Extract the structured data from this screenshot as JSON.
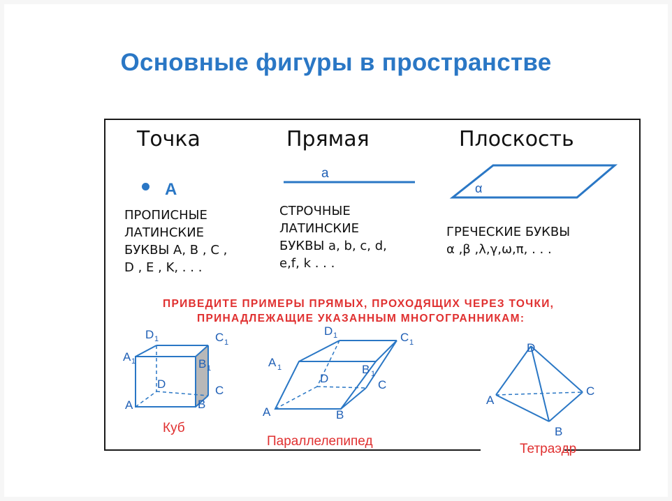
{
  "title": "Основные фигуры в пространстве",
  "columns": {
    "point": {
      "heading": "Точка",
      "label": "A",
      "desc": [
        "ПРОПИСНЫЕ",
        "ЛАТИНСКИЕ",
        "БУКВЫ A, B , C ,",
        "D , E , K, . . ."
      ]
    },
    "line": {
      "heading": "Прямая",
      "label": "a",
      "desc": [
        "СТРОЧНЫЕ",
        "ЛАТИНСКИЕ",
        "БУКВЫ a, b, c, d,",
        "e,f, k . . ."
      ]
    },
    "plane": {
      "heading": "Плоскость",
      "label": "α",
      "desc": [
        "ГРЕЧЕСКИЕ БУКВЫ",
        "α ,β ,λ,γ,ω,π, . . ."
      ]
    }
  },
  "task": [
    "ПРИВЕДИТЕ ПРИМЕРЫ ПРЯМЫХ, ПРОХОДЯЩИХ ЧЕРЕЗ ТОЧКИ,",
    "ПРИНАДЛЕЖАЩИЕ УКАЗАННЫМ МНОГОГРАННИКАМ:"
  ],
  "figures": {
    "cube": {
      "caption": "Куб",
      "labels": {
        "A": "A",
        "A1": "A",
        "B": "B",
        "B1": "B",
        "C": "C",
        "C1": "C",
        "D": "D",
        "D1": "D",
        "sub": "1"
      }
    },
    "parallelepiped": {
      "caption": "Параллелепипед",
      "labels": {
        "A": "A",
        "A1": "A",
        "B": "B",
        "B1": "B",
        "C": "C",
        "C1": "C",
        "D": "D",
        "D1": "D",
        "sub": "1"
      }
    },
    "tetrahedron": {
      "caption": "Тетраэдр",
      "labels": {
        "A": "A",
        "B": "B",
        "C": "C",
        "D": "D"
      }
    }
  },
  "colors": {
    "title": "#2a77c5",
    "figure_lines": "#2a77c5",
    "task_text": "#e03030",
    "frame": "#1a1a1a"
  }
}
